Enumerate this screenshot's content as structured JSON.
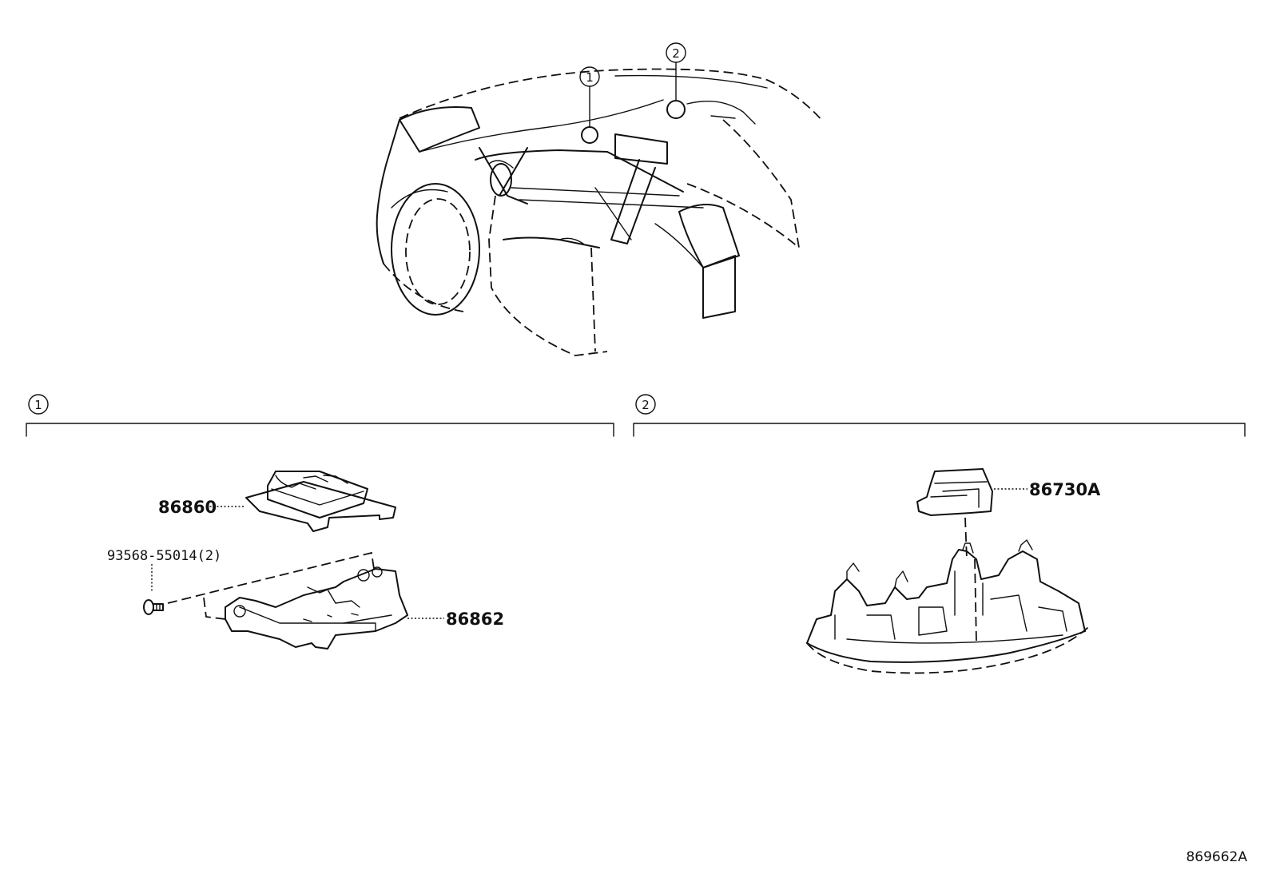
{
  "diagram": {
    "location_callouts": [
      {
        "id": "1",
        "label": "1"
      },
      {
        "id": "2",
        "label": "2"
      }
    ],
    "sections": [
      {
        "label": "1",
        "parts": [
          {
            "part_number": "86860"
          },
          {
            "part_number": "93568-55014(2)"
          },
          {
            "part_number": "86862"
          }
        ]
      },
      {
        "label": "2",
        "parts": [
          {
            "part_number": "86730A"
          }
        ]
      }
    ],
    "drawing_id": "869662A"
  }
}
